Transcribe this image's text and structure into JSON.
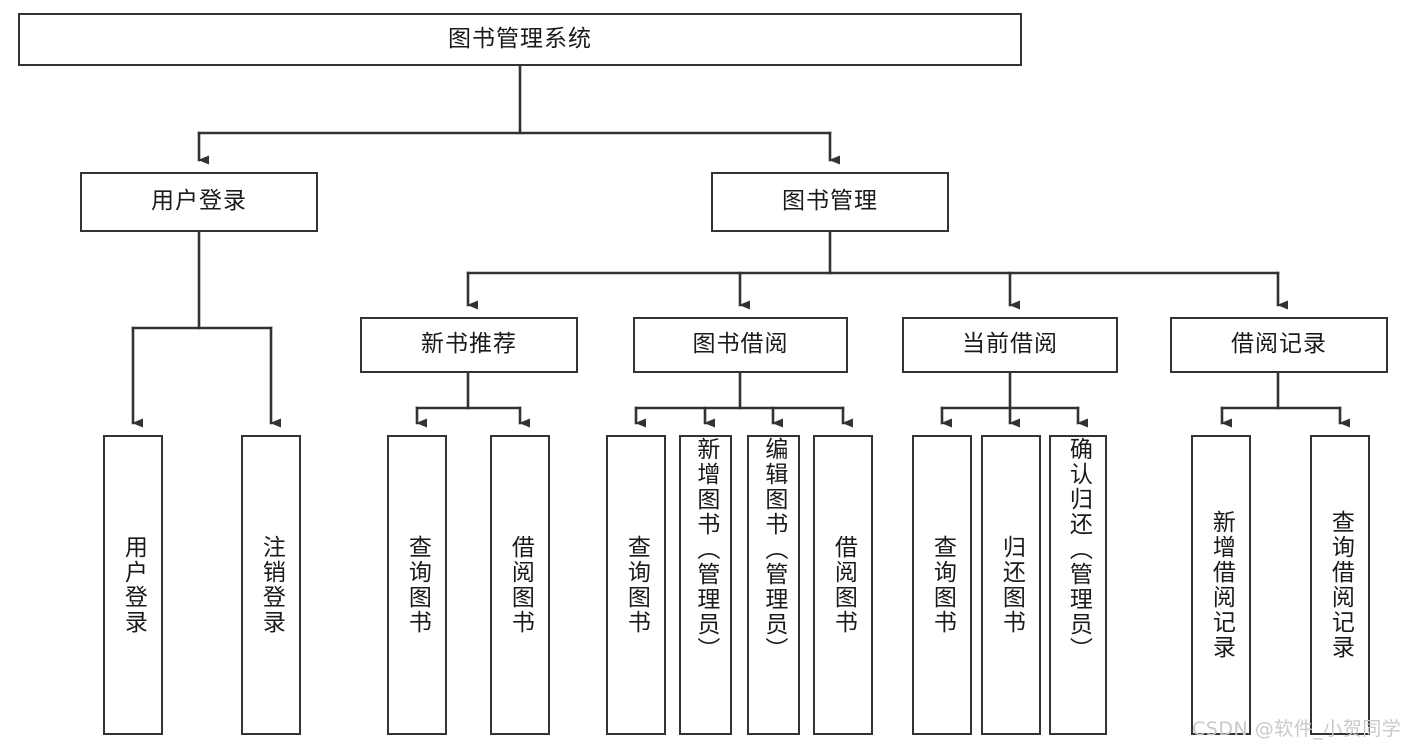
{
  "diagram": {
    "title": "图书管理系统",
    "type": "tree-hierarchy-diagram",
    "colors": {
      "box_border": "#333333",
      "box_fill": "#ffffff",
      "connector": "#333333",
      "text": "#1a1a1a",
      "watermark": "#c9c9c9",
      "background": "#ffffff"
    },
    "root": {
      "label": "图书管理系统"
    },
    "level2": [
      {
        "label": "用户登录"
      },
      {
        "label": "图书管理"
      }
    ],
    "level3": [
      {
        "label": "新书推荐"
      },
      {
        "label": "图书借阅"
      },
      {
        "label": "当前借阅"
      },
      {
        "label": "借阅记录"
      }
    ],
    "leaves": {
      "user_login": [
        {
          "label": "用户登录"
        },
        {
          "label": "注销登录"
        }
      ],
      "new_book_recommend": [
        {
          "label": "查询图书"
        },
        {
          "label": "借阅图书"
        }
      ],
      "book_borrow": [
        {
          "label": "查询图书"
        },
        {
          "label": "新增图书（管理员）"
        },
        {
          "label": "编辑图书（管理员）"
        },
        {
          "label": "借阅图书"
        }
      ],
      "current_borrow": [
        {
          "label": "查询图书"
        },
        {
          "label": "归还图书"
        },
        {
          "label": "确认归还（管理员）"
        }
      ],
      "borrow_record": [
        {
          "label": "新增借阅记录"
        },
        {
          "label": "查询借阅记录"
        }
      ]
    },
    "watermark": "CSDN @软件_小贺同学"
  }
}
